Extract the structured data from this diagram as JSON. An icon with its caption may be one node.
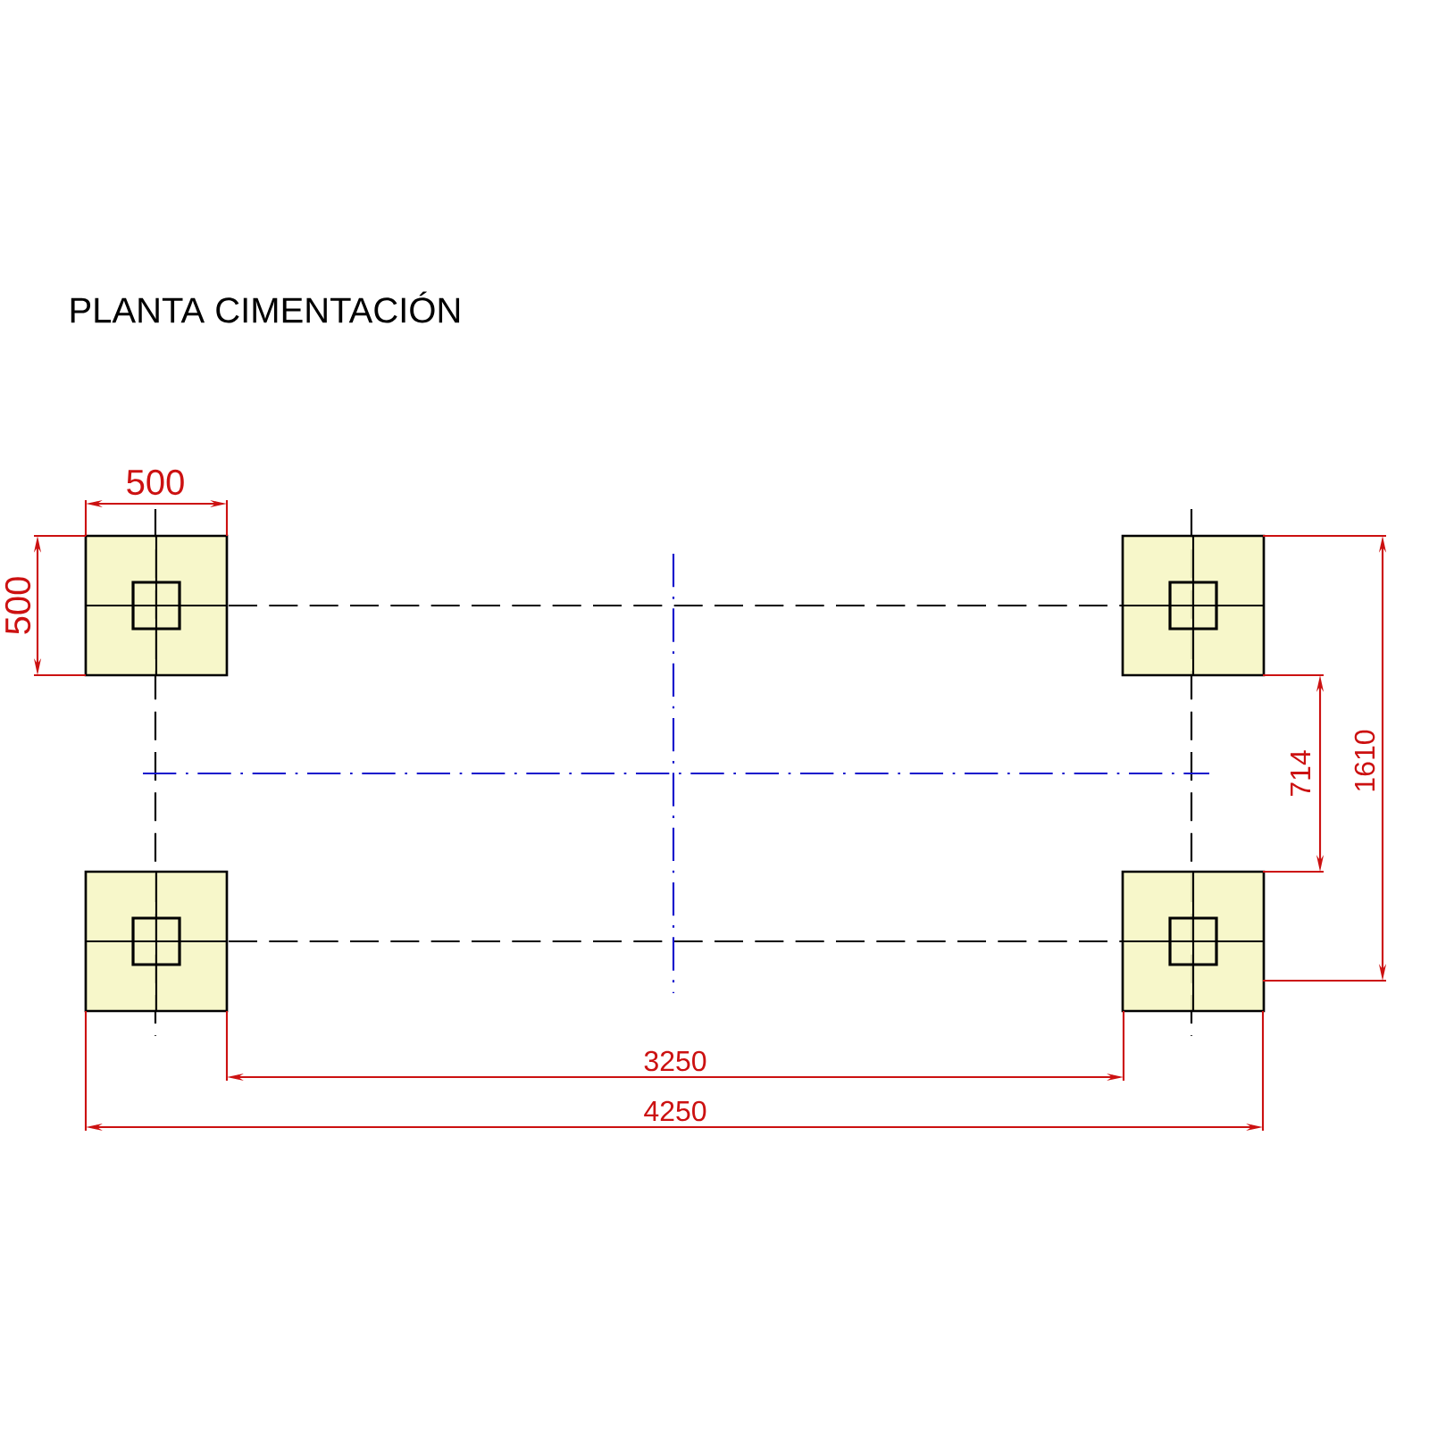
{
  "diagram": {
    "title": "PLANTA CIMENTACIÓN",
    "nodes": [
      {
        "text": [],
        "shape": "box"
      },
      {
        "text": [],
        "shape": "box"
      },
      {
        "text": [],
        "shape": "box"
      },
      {
        "text": [],
        "shape": "box"
      }
    ],
    "labels": [
      "500",
      "500",
      "1610",
      "714",
      "3250",
      "4250"
    ]
  }
}
